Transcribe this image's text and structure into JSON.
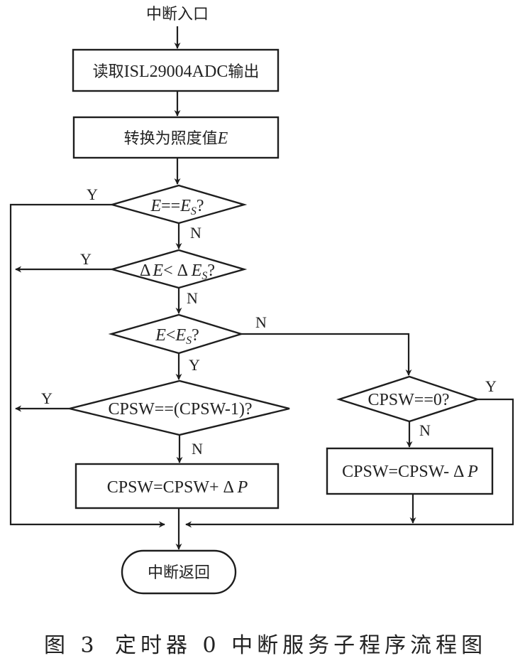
{
  "start": {
    "label": "中断入口"
  },
  "steps": {
    "read_adc": {
      "prefix": "读取",
      "mid": "ISL29004ADC",
      "suffix": "输出"
    },
    "convert": {
      "text": "转换为照度值",
      "var": "E"
    }
  },
  "decisions": {
    "d1": {
      "a": "E",
      "op": "==",
      "b": "E",
      "sub": "S",
      "q": "?"
    },
    "d2": {
      "delta1": "Δ",
      "a": "E",
      "op": "<",
      "delta2": " Δ ",
      "b": "E",
      "sub": "S",
      "q": "?"
    },
    "d3": {
      "a": "E",
      "op": "<",
      "b": "E",
      "sub": "S",
      "q": "?"
    },
    "d4": {
      "text": "CPSW==(CPSW-1)?"
    },
    "d5": {
      "text": "CPSW==0?"
    }
  },
  "process": {
    "inc": {
      "text": "CPSW=CPSW+ Δ ",
      "var": "P"
    },
    "dec": {
      "text": "CPSW=CPSW- Δ ",
      "var": "P"
    }
  },
  "branch_labels": {
    "yes": "Y",
    "no": "N"
  },
  "end": {
    "label": "中断返回"
  },
  "caption": {
    "fig": "图 3",
    "title": "定时器 0 中断服务子程序流程图"
  }
}
